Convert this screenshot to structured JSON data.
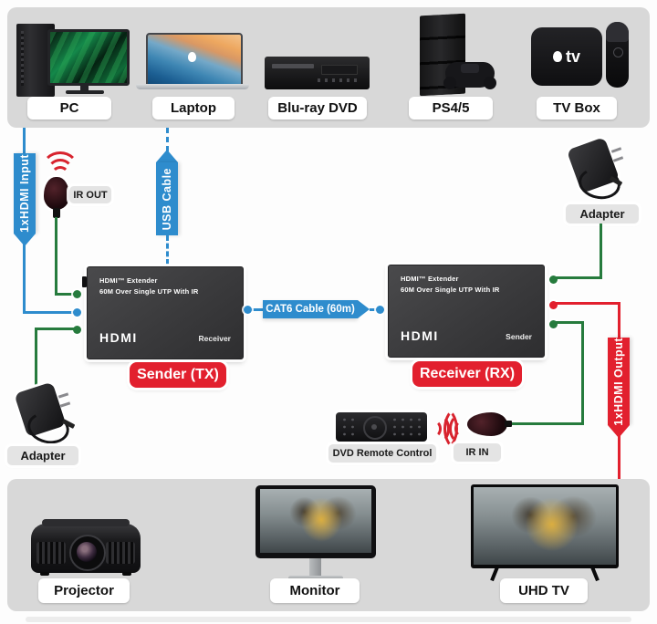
{
  "colors": {
    "cable_blue": "#2e8ccd",
    "cable_green": "#267b3d",
    "accent_red": "#e2202e",
    "band_bg": "#d8d8d8",
    "box_bg": "#3a3a3c"
  },
  "top_band": {
    "devices": [
      {
        "label": "PC"
      },
      {
        "label": "Laptop"
      },
      {
        "label": "Blu-ray DVD"
      },
      {
        "label": "PS4/5"
      },
      {
        "label": "TV Box"
      }
    ]
  },
  "bottom_band": {
    "devices": [
      {
        "label": "Projector"
      },
      {
        "label": "Monitor"
      },
      {
        "label": "UHD TV"
      }
    ]
  },
  "connections": {
    "hdmi_input": "1xHDMI Input",
    "usb_cable": "USB Cable",
    "cat6": "CAT6 Cable (60m)",
    "hdmi_output": "1xHDMI Output",
    "ir_out": "IR OUT",
    "ir_in": "IR IN",
    "dvd_remote": "DVD Remote Control",
    "adapter_left": "Adapter",
    "adapter_right": "Adapter"
  },
  "extenders": {
    "sender": {
      "title1": "HDMI™ Extender",
      "title2": "60M Over Single UTP With IR",
      "logo": "HDMI",
      "corner": "Receiver",
      "tag": "Sender (TX)"
    },
    "receiver": {
      "title1": "HDMI™ Extender",
      "title2": "60M Over Single UTP With IR",
      "logo": "HDMI",
      "corner": "Sender",
      "tag": "Receiver (RX)"
    }
  },
  "tv_box": {
    "logo": "tv"
  }
}
